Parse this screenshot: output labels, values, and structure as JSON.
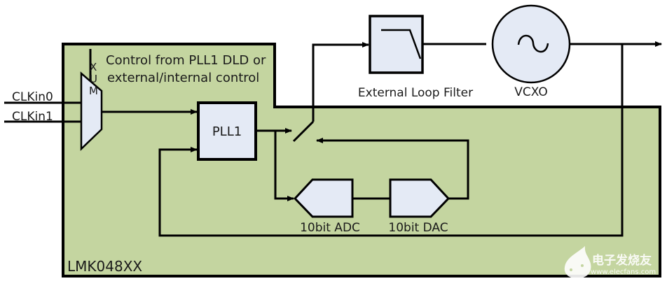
{
  "diagram": {
    "chip_label": "LMK048XX",
    "control_note": {
      "line1": "Control from PLL1 DLD or",
      "line2": "external/internal control"
    },
    "mux": {
      "letters": [
        "X",
        "U",
        "M"
      ]
    },
    "inputs": [
      {
        "label": "CLKin0"
      },
      {
        "label": "CLKin1"
      }
    ],
    "blocks": {
      "pll1": "PLL1",
      "adc": "10bit ADC",
      "dac": "10bit DAC",
      "loop_filter": "External Loop Filter",
      "vcxo": "VCXO"
    },
    "colors": {
      "chip_fill": "#c4d5a0",
      "block_fill": "#e4eaf5",
      "line": "#000000"
    },
    "watermark": {
      "cn_text": "电子发烧友",
      "url": "www.elecfans.com"
    }
  }
}
